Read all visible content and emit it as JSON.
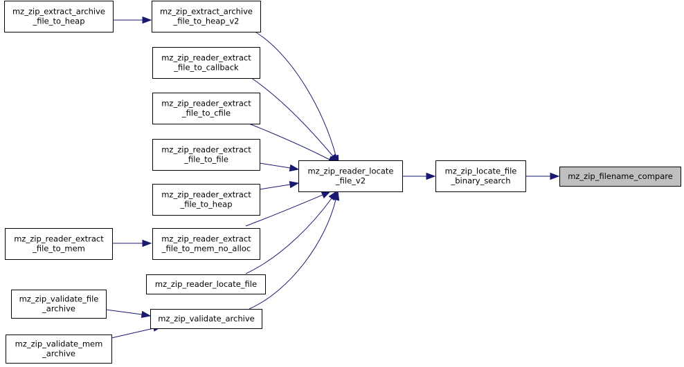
{
  "nodes": {
    "extract_heap": [
      "mz_zip_extract_archive",
      "_file_to_heap"
    ],
    "extract_heap_v2": [
      "mz_zip_extract_archive",
      "_file_to_heap_v2"
    ],
    "to_callback": [
      "mz_zip_reader_extract",
      "_file_to_callback"
    ],
    "to_cfile": [
      "mz_zip_reader_extract",
      "_file_to_cfile"
    ],
    "to_file": [
      "mz_zip_reader_extract",
      "_file_to_file"
    ],
    "to_heap": [
      "mz_zip_reader_extract",
      "_file_to_heap"
    ],
    "to_mem": [
      "mz_zip_reader_extract",
      "_file_to_mem"
    ],
    "to_mem_no_alloc": [
      "mz_zip_reader_extract",
      "_file_to_mem_no_alloc"
    ],
    "locate_file": [
      "mz_zip_reader_locate_file"
    ],
    "validate_file_archive": [
      "mz_zip_validate_file",
      "_archive"
    ],
    "validate_archive": [
      "mz_zip_validate_archive"
    ],
    "validate_mem_archive": [
      "mz_zip_validate_mem",
      "_archive"
    ],
    "locate_file_v2": [
      "mz_zip_reader_locate",
      "_file_v2"
    ],
    "binary_search": [
      "mz_zip_locate_file",
      "_binary_search"
    ],
    "filename_compare": [
      "mz_zip_filename_compare"
    ]
  },
  "colors": {
    "edge": "#191970",
    "node_border": "#000000",
    "node_fill": "#ffffff",
    "highlight_fill": "#bfbfbf"
  }
}
